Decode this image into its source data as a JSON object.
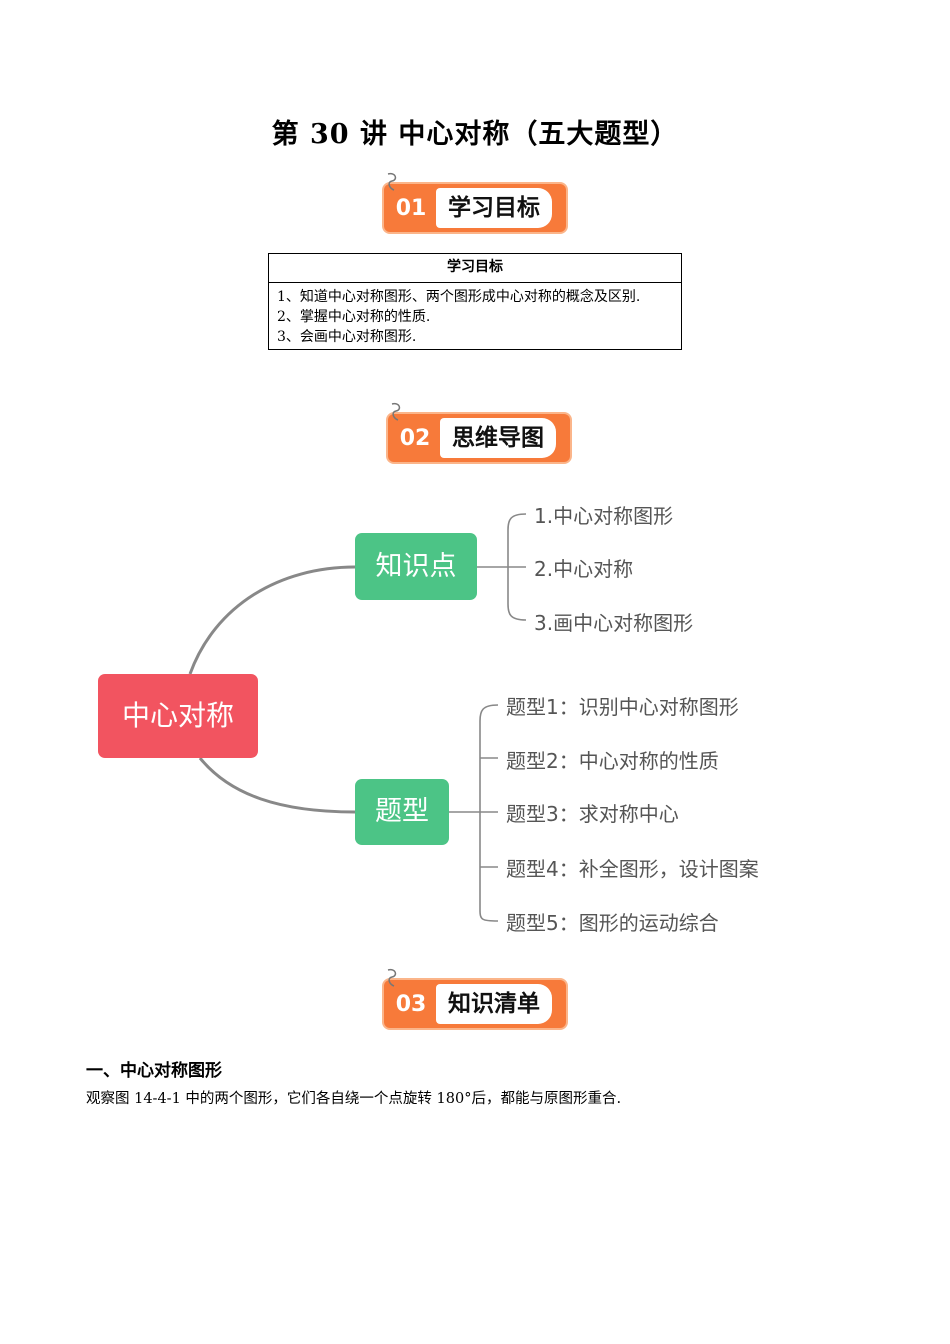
{
  "title": "第 30 讲  中心对称（五大题型）",
  "sections": [
    {
      "num": "01",
      "label": "学习目标"
    },
    {
      "num": "02",
      "label": "思维导图"
    },
    {
      "num": "03",
      "label": "知识清单"
    }
  ],
  "objectives": {
    "header": "学习目标",
    "lines": [
      "1、知道中心对称图形、两个图形成中心对称的概念及区别.",
      "2、掌握中心对称的性质.",
      "3、会画中心对称图形."
    ]
  },
  "mindmap": {
    "root": "中心对称",
    "branches": [
      {
        "label": "知识点",
        "items": [
          "1.中心对称图形",
          "2.中心对称",
          "3.画中心对称图形"
        ]
      },
      {
        "label": "题型",
        "items": [
          "题型1：识别中心对称图形",
          "题型2：中心对称的性质",
          "题型3：求对称中心",
          "题型4：补全图形，设计图案",
          "题型5：图形的运动综合"
        ]
      }
    ],
    "colors": {
      "root": "#f25460",
      "branch": "#4cc486",
      "line": "#888888"
    }
  },
  "knowledge": {
    "heading": "一、中心对称图形",
    "paragraph": "观察图 14-4-1 中的两个图形，它们各自绕一个点旋转 180°后，都能与原图形重合."
  }
}
